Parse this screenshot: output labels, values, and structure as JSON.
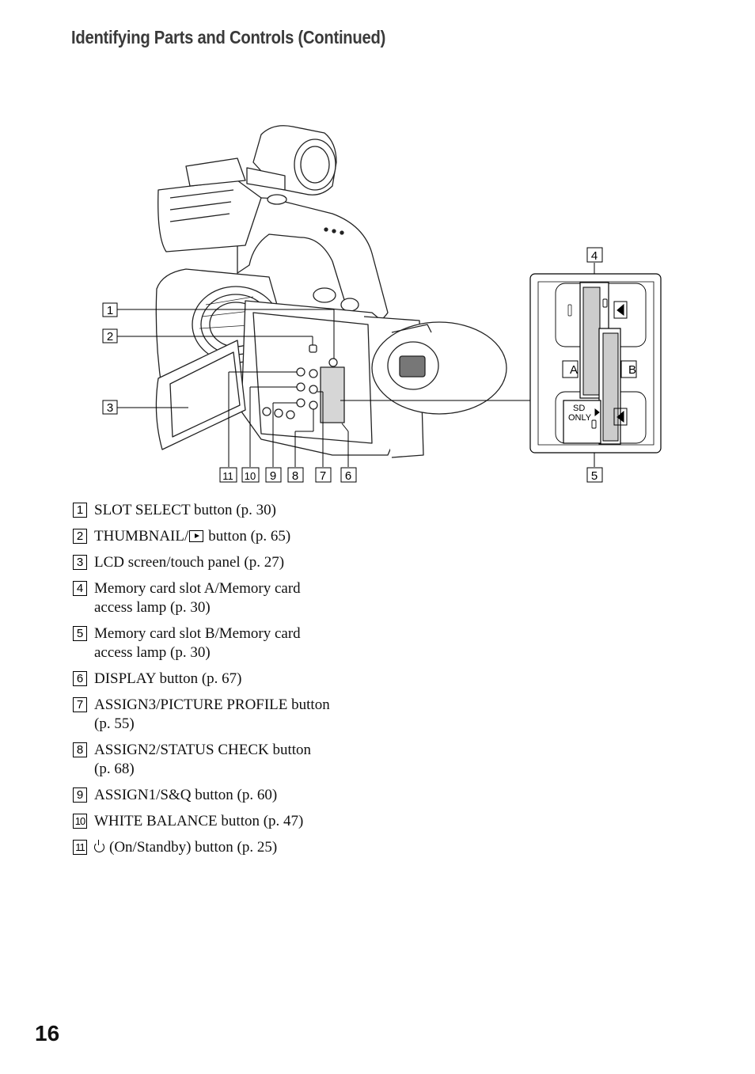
{
  "page": {
    "title": "Identifying Parts and Controls (Continued)",
    "number": "16"
  },
  "figure": {
    "callouts": [
      "1",
      "2",
      "3",
      "4",
      "5",
      "6",
      "7",
      "8",
      "9",
      "10",
      "11"
    ],
    "slot_labels": {
      "a": "A",
      "b": "B",
      "sd": "SD",
      "only": "ONLY"
    }
  },
  "items": [
    {
      "num": "1",
      "text": "SLOT SELECT button (p. 30)"
    },
    {
      "num": "2",
      "pre": "THUMBNAIL/",
      "post": "button (p. 65)"
    },
    {
      "num": "3",
      "text": "LCD screen/touch panel (p. 27)"
    },
    {
      "num": "4",
      "line1": "Memory card slot A/Memory card",
      "line2": "access lamp (p. 30)"
    },
    {
      "num": "5",
      "line1": "Memory card slot B/Memory card",
      "line2": "access lamp (p. 30)"
    },
    {
      "num": "6",
      "text": "DISPLAY button (p. 67)"
    },
    {
      "num": "7",
      "line1": "ASSIGN3/PICTURE PROFILE button",
      "line2": "(p. 55)"
    },
    {
      "num": "8",
      "line1": "ASSIGN2/STATUS CHECK button",
      "line2": "(p. 68)"
    },
    {
      "num": "9",
      "text": "ASSIGN1/S&Q button (p. 60)"
    },
    {
      "num": "10",
      "text": "WHITE BALANCE button (p. 47)"
    },
    {
      "num": "11",
      "text": "(On/Standby) button (p. 25)",
      "icon": "power-icon"
    }
  ]
}
